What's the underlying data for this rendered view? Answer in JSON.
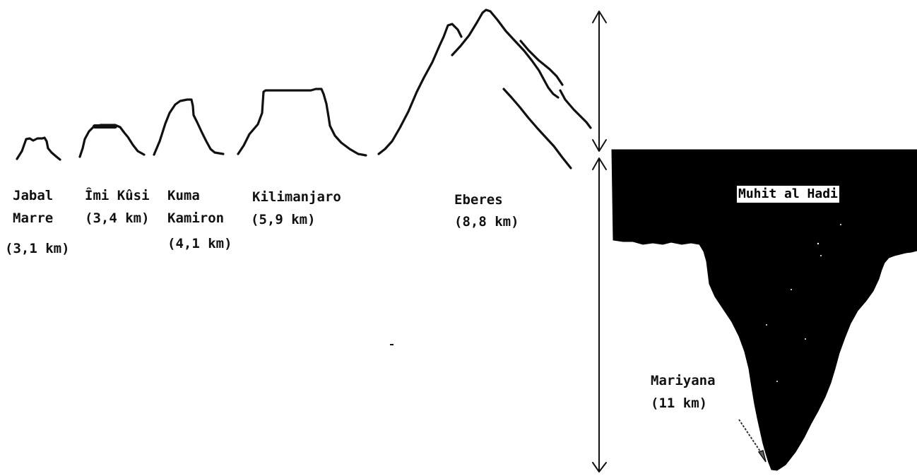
{
  "colors": {
    "ink": "#111111",
    "ocean": "#000000",
    "background": "#ffffff"
  },
  "peaks": [
    {
      "name_line1": "Jabal",
      "name_line2": "Marre",
      "height": "(3,1 km)"
    },
    {
      "name_line1": "Îmi Kûsi",
      "name_line2": "",
      "height": "(3,4 km)"
    },
    {
      "name_line1": "Kuma",
      "name_line2": "Kamiron",
      "height": "(4,1 km)"
    },
    {
      "name_line1": "Kilimanjaro",
      "name_line2": "",
      "height": "(5,9 km)"
    },
    {
      "name_line1": "Eberes",
      "name_line2": "",
      "height": "(8,8 km)"
    }
  ],
  "ocean": {
    "name": "Muhit al Hadi",
    "trench_name": "Mariyana",
    "trench_depth": "(11 km)"
  }
}
